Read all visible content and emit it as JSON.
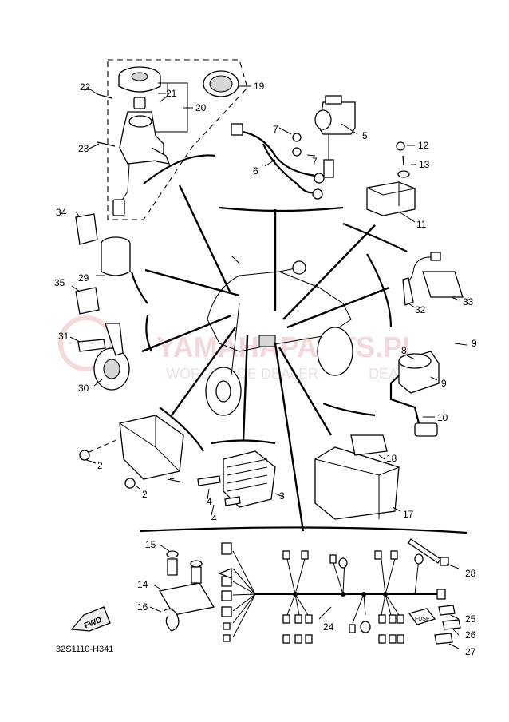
{
  "diagram": {
    "doc_code": "32S1110-H341",
    "fwd_label": "FWD",
    "watermark_line1": "YAMAHAPARTS.PL",
    "watermark_line2": "WORLDWIDE DEALER",
    "watermark_line3": "DEALER",
    "fuse_label": "FUSE"
  },
  "callouts": {
    "p1": "1",
    "p2a": "2",
    "p2b": "2",
    "p3": "3",
    "p4a": "4",
    "p4b": "4",
    "p5": "5",
    "p6": "6",
    "p7a": "7",
    "p7b": "7",
    "p8": "8",
    "p9a": "9",
    "p9b": "9",
    "p10": "10",
    "p11": "11",
    "p12": "12",
    "p13": "13",
    "p14": "14",
    "p15": "15",
    "p16": "16",
    "p17": "17",
    "p18": "18",
    "p19": "19",
    "p20": "20",
    "p21": "21",
    "p22": "22",
    "p23": "23",
    "p24": "24",
    "p25": "25",
    "p26": "26",
    "p27": "27",
    "p28": "28",
    "p29": "29",
    "p30": "30",
    "p31": "31",
    "p32": "32",
    "p33": "33",
    "p34": "34",
    "p35": "35"
  }
}
